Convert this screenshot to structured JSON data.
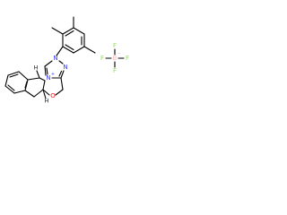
{
  "colors": {
    "bond": "#000000",
    "nitrogen": "#3333ff",
    "oxygen": "#ff0d0d",
    "boron": "#ffb5b5",
    "fluorine": "#90e050",
    "carbon": "#000000"
  },
  "atoms": {
    "n_cationic": "N",
    "n_cationic_charge": "+",
    "n_ring_top": "N",
    "n_ring_right": "N",
    "oxygen": "O",
    "boron": "B",
    "boron_charge": "−",
    "fluorine_top": "F",
    "fluorine_left": "F",
    "fluorine_right": "F",
    "fluorine_bottom": "F",
    "h_upper": "H",
    "h_lower": "H"
  }
}
